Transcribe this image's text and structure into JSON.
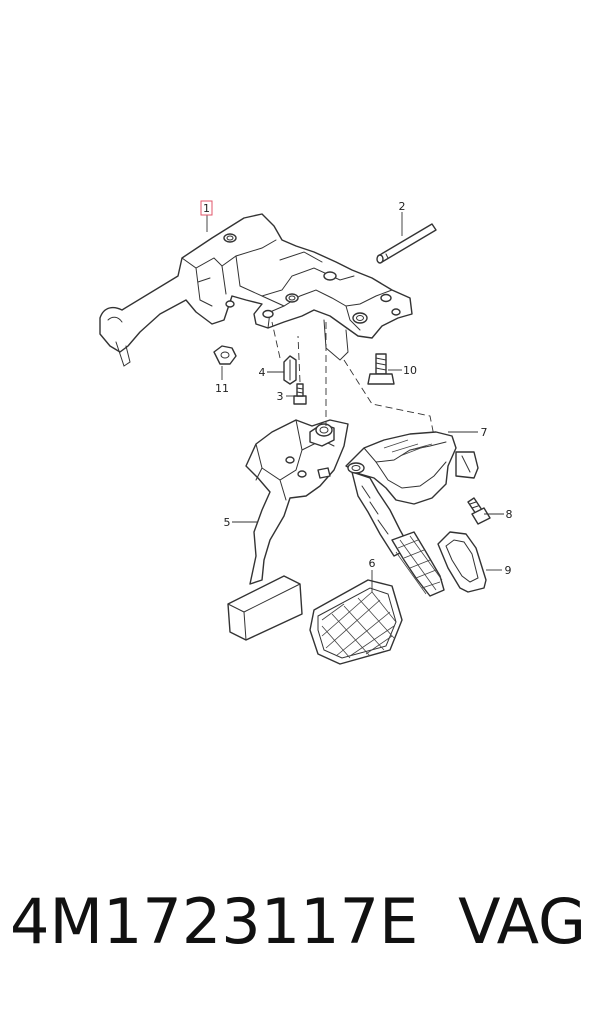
{
  "diagram": {
    "callouts": [
      {
        "id": "c1",
        "label": "1",
        "highlighted": true
      },
      {
        "id": "c2",
        "label": "2"
      },
      {
        "id": "c3",
        "label": "3"
      },
      {
        "id": "c4",
        "label": "4"
      },
      {
        "id": "c5",
        "label": "5"
      },
      {
        "id": "c6",
        "label": "6"
      },
      {
        "id": "c7",
        "label": "7"
      },
      {
        "id": "c8",
        "label": "8"
      },
      {
        "id": "c9",
        "label": "9"
      },
      {
        "id": "c10",
        "label": "10"
      },
      {
        "id": "c11",
        "label": "11"
      }
    ],
    "highlight_color": "#e0566a"
  },
  "footer": {
    "part_number": "4M1723117E",
    "brand": "VAG"
  }
}
